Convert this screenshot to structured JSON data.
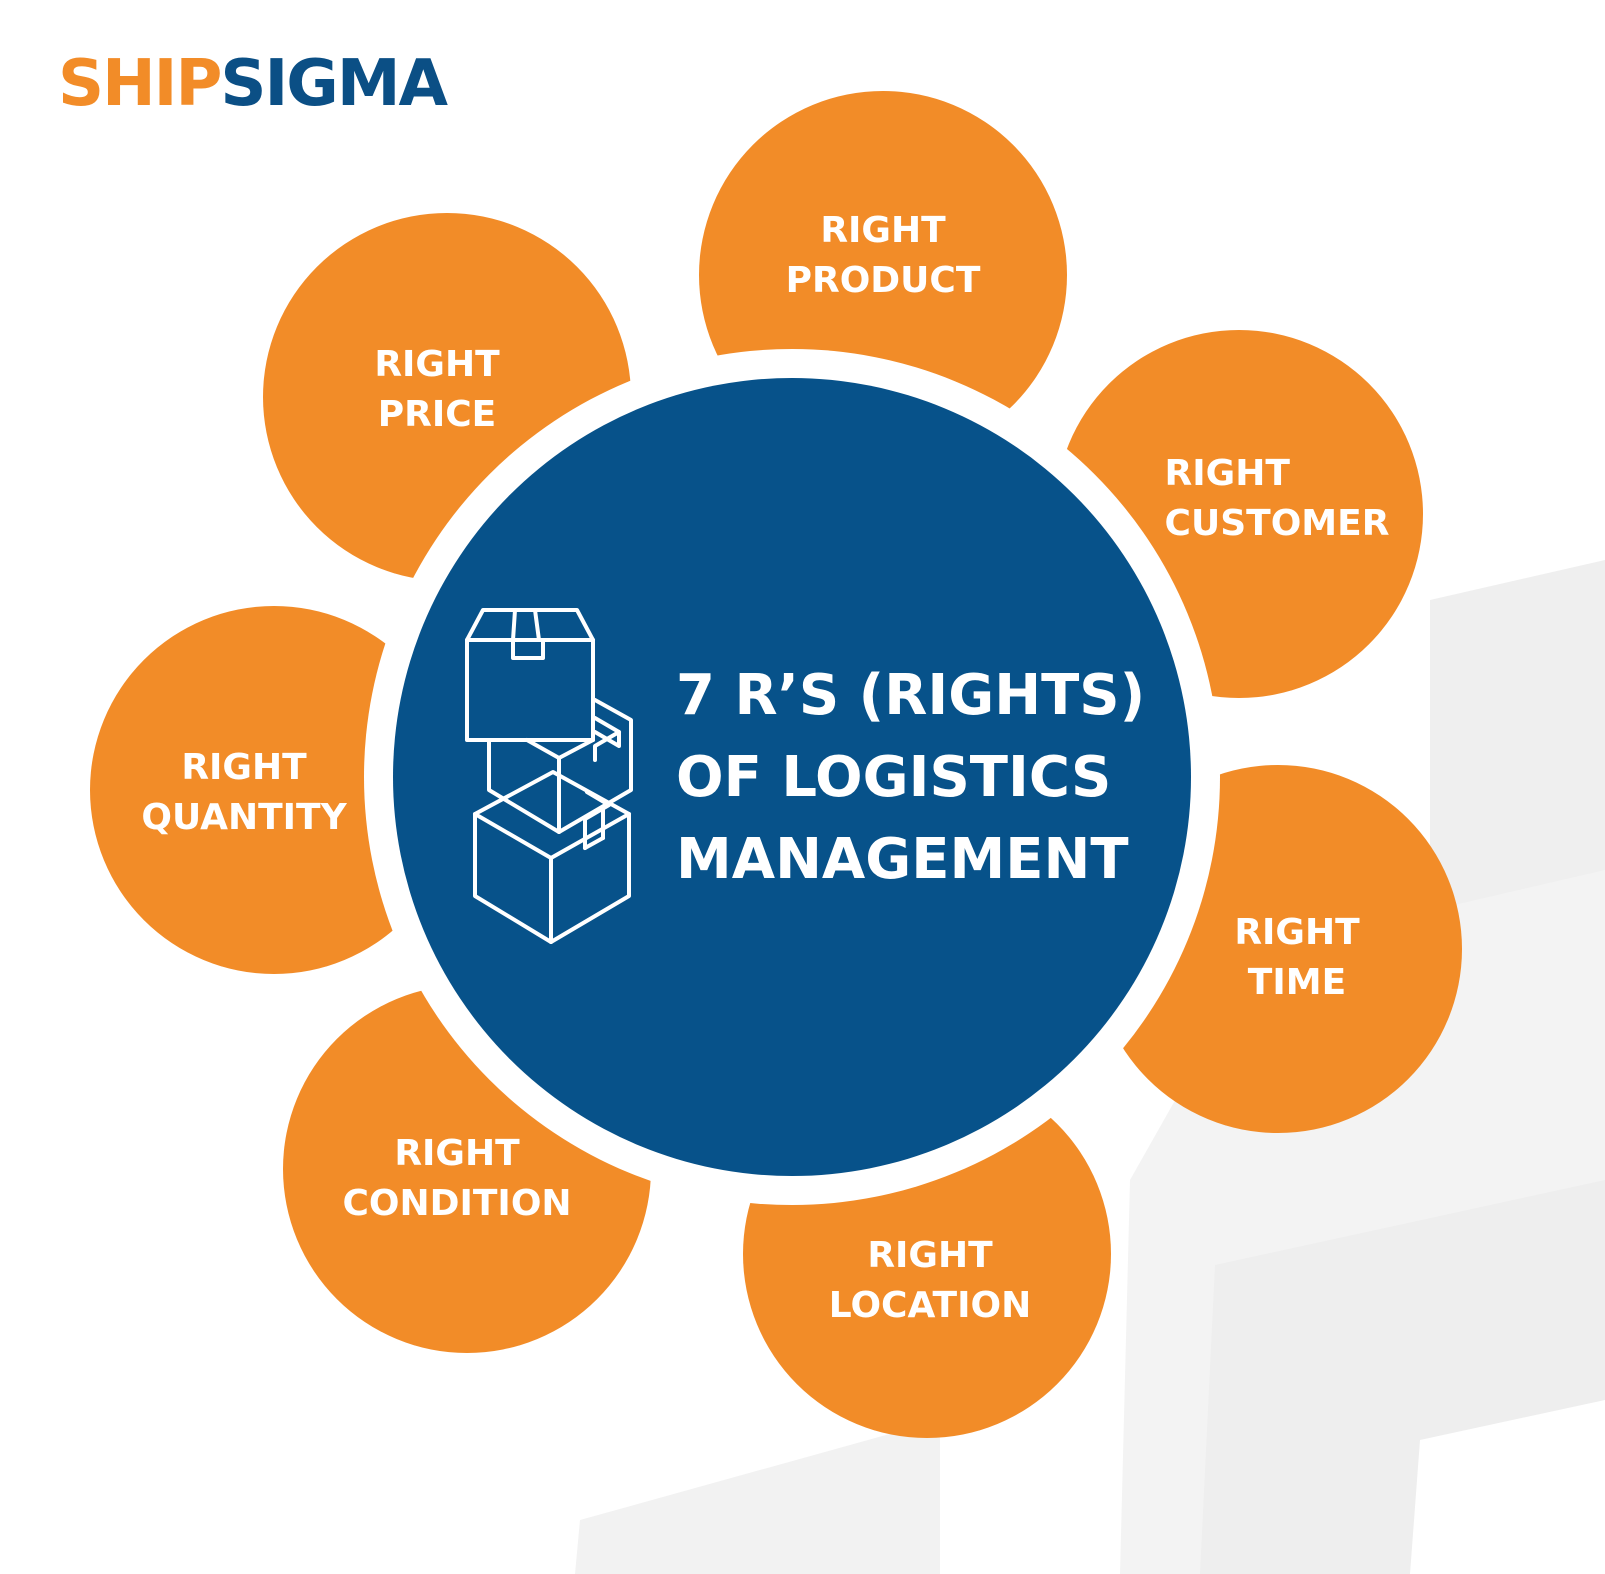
{
  "brand": {
    "name_part1": "SHIP",
    "name_part2": "SIGMA",
    "primary_color": "#f28c28",
    "secondary_color": "#0b4f85"
  },
  "center": {
    "title_lines": [
      "7 R’S (RIGHTS)",
      "OF LOGISTICS",
      "MANAGEMENT"
    ],
    "icon": "stacked-boxes-icon",
    "color": "#07528a"
  },
  "rights": [
    {
      "line1": "RIGHT",
      "line2": "PRODUCT"
    },
    {
      "line1": "RIGHT",
      "line2": "CUSTOMER"
    },
    {
      "line1": "RIGHT",
      "line2": "TIME"
    },
    {
      "line1": "RIGHT",
      "line2": "LOCATION"
    },
    {
      "line1": "RIGHT",
      "line2": "CONDITION"
    },
    {
      "line1": "RIGHT",
      "line2": "QUANTITY"
    },
    {
      "line1": "RIGHT",
      "line2": "PRICE"
    }
  ]
}
